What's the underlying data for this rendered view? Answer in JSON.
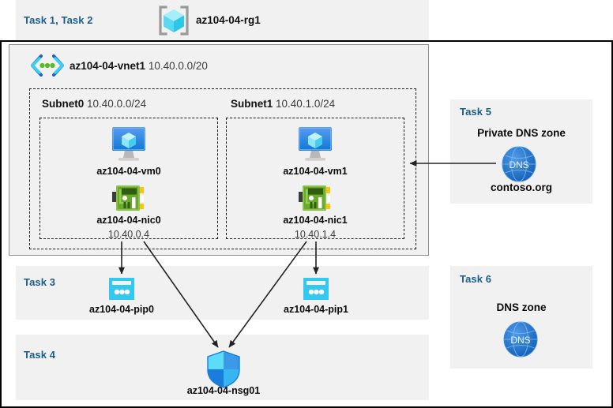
{
  "diagram": {
    "title_region": {
      "task_label": "Task 1, Task 2",
      "resource_group_icon": "resource-group-cube-icon",
      "resource_group_name": "az104-04-rg1"
    },
    "vnet": {
      "icon": "virtual-network-icon",
      "name": "az104-04-vnet1",
      "address_space": "10.40.0.0/20"
    },
    "subnets": [
      {
        "name": "Subnet0",
        "cidr": "10.40.0.0/24",
        "vm": {
          "icon": "virtual-machine-icon",
          "name": "az104-04-vm0"
        },
        "nic": {
          "icon": "network-interface-icon",
          "name": "az104-04-nic0",
          "private_ip": "10.40.0.4"
        }
      },
      {
        "name": "Subnet1",
        "cidr": "10.40.1.0/24",
        "vm": {
          "icon": "virtual-machine-icon",
          "name": "az104-04-vm1"
        },
        "nic": {
          "icon": "network-interface-icon",
          "name": "az104-04-nic1",
          "private_ip": "10.40.1.4"
        }
      }
    ],
    "task3": {
      "task_label": "Task 3",
      "public_ips": [
        {
          "icon": "public-ip-address-icon",
          "name": "az104-04-pip0"
        },
        {
          "icon": "public-ip-address-icon",
          "name": "az104-04-pip1"
        }
      ]
    },
    "task4": {
      "task_label": "Task 4",
      "nsg": {
        "icon": "network-security-group-shield-icon",
        "name": "az104-04-nsg01"
      }
    },
    "task5": {
      "task_label": "Task 5",
      "heading": "Private DNS zone",
      "icon": "dns-globe-icon",
      "icon_text": "DNS",
      "zone_name": "contoso.org"
    },
    "task6": {
      "task_label": "Task 6",
      "heading": "DNS zone",
      "icon": "dns-globe-icon",
      "icon_text": "DNS"
    },
    "colors": {
      "task_label_blue": "#1a5e8a",
      "panel_gray": "#f1f1f1",
      "vnet_border": "#8d8d8d",
      "dashed_border": "#1a1a1a",
      "azure_blue": "#0078d4",
      "cyan": "#32c8f0",
      "nic_green": "#6aa92b",
      "nic_yellow": "#ffc20e",
      "dns_blue": "#1e7ad4",
      "arrow_black": "#222222"
    }
  }
}
